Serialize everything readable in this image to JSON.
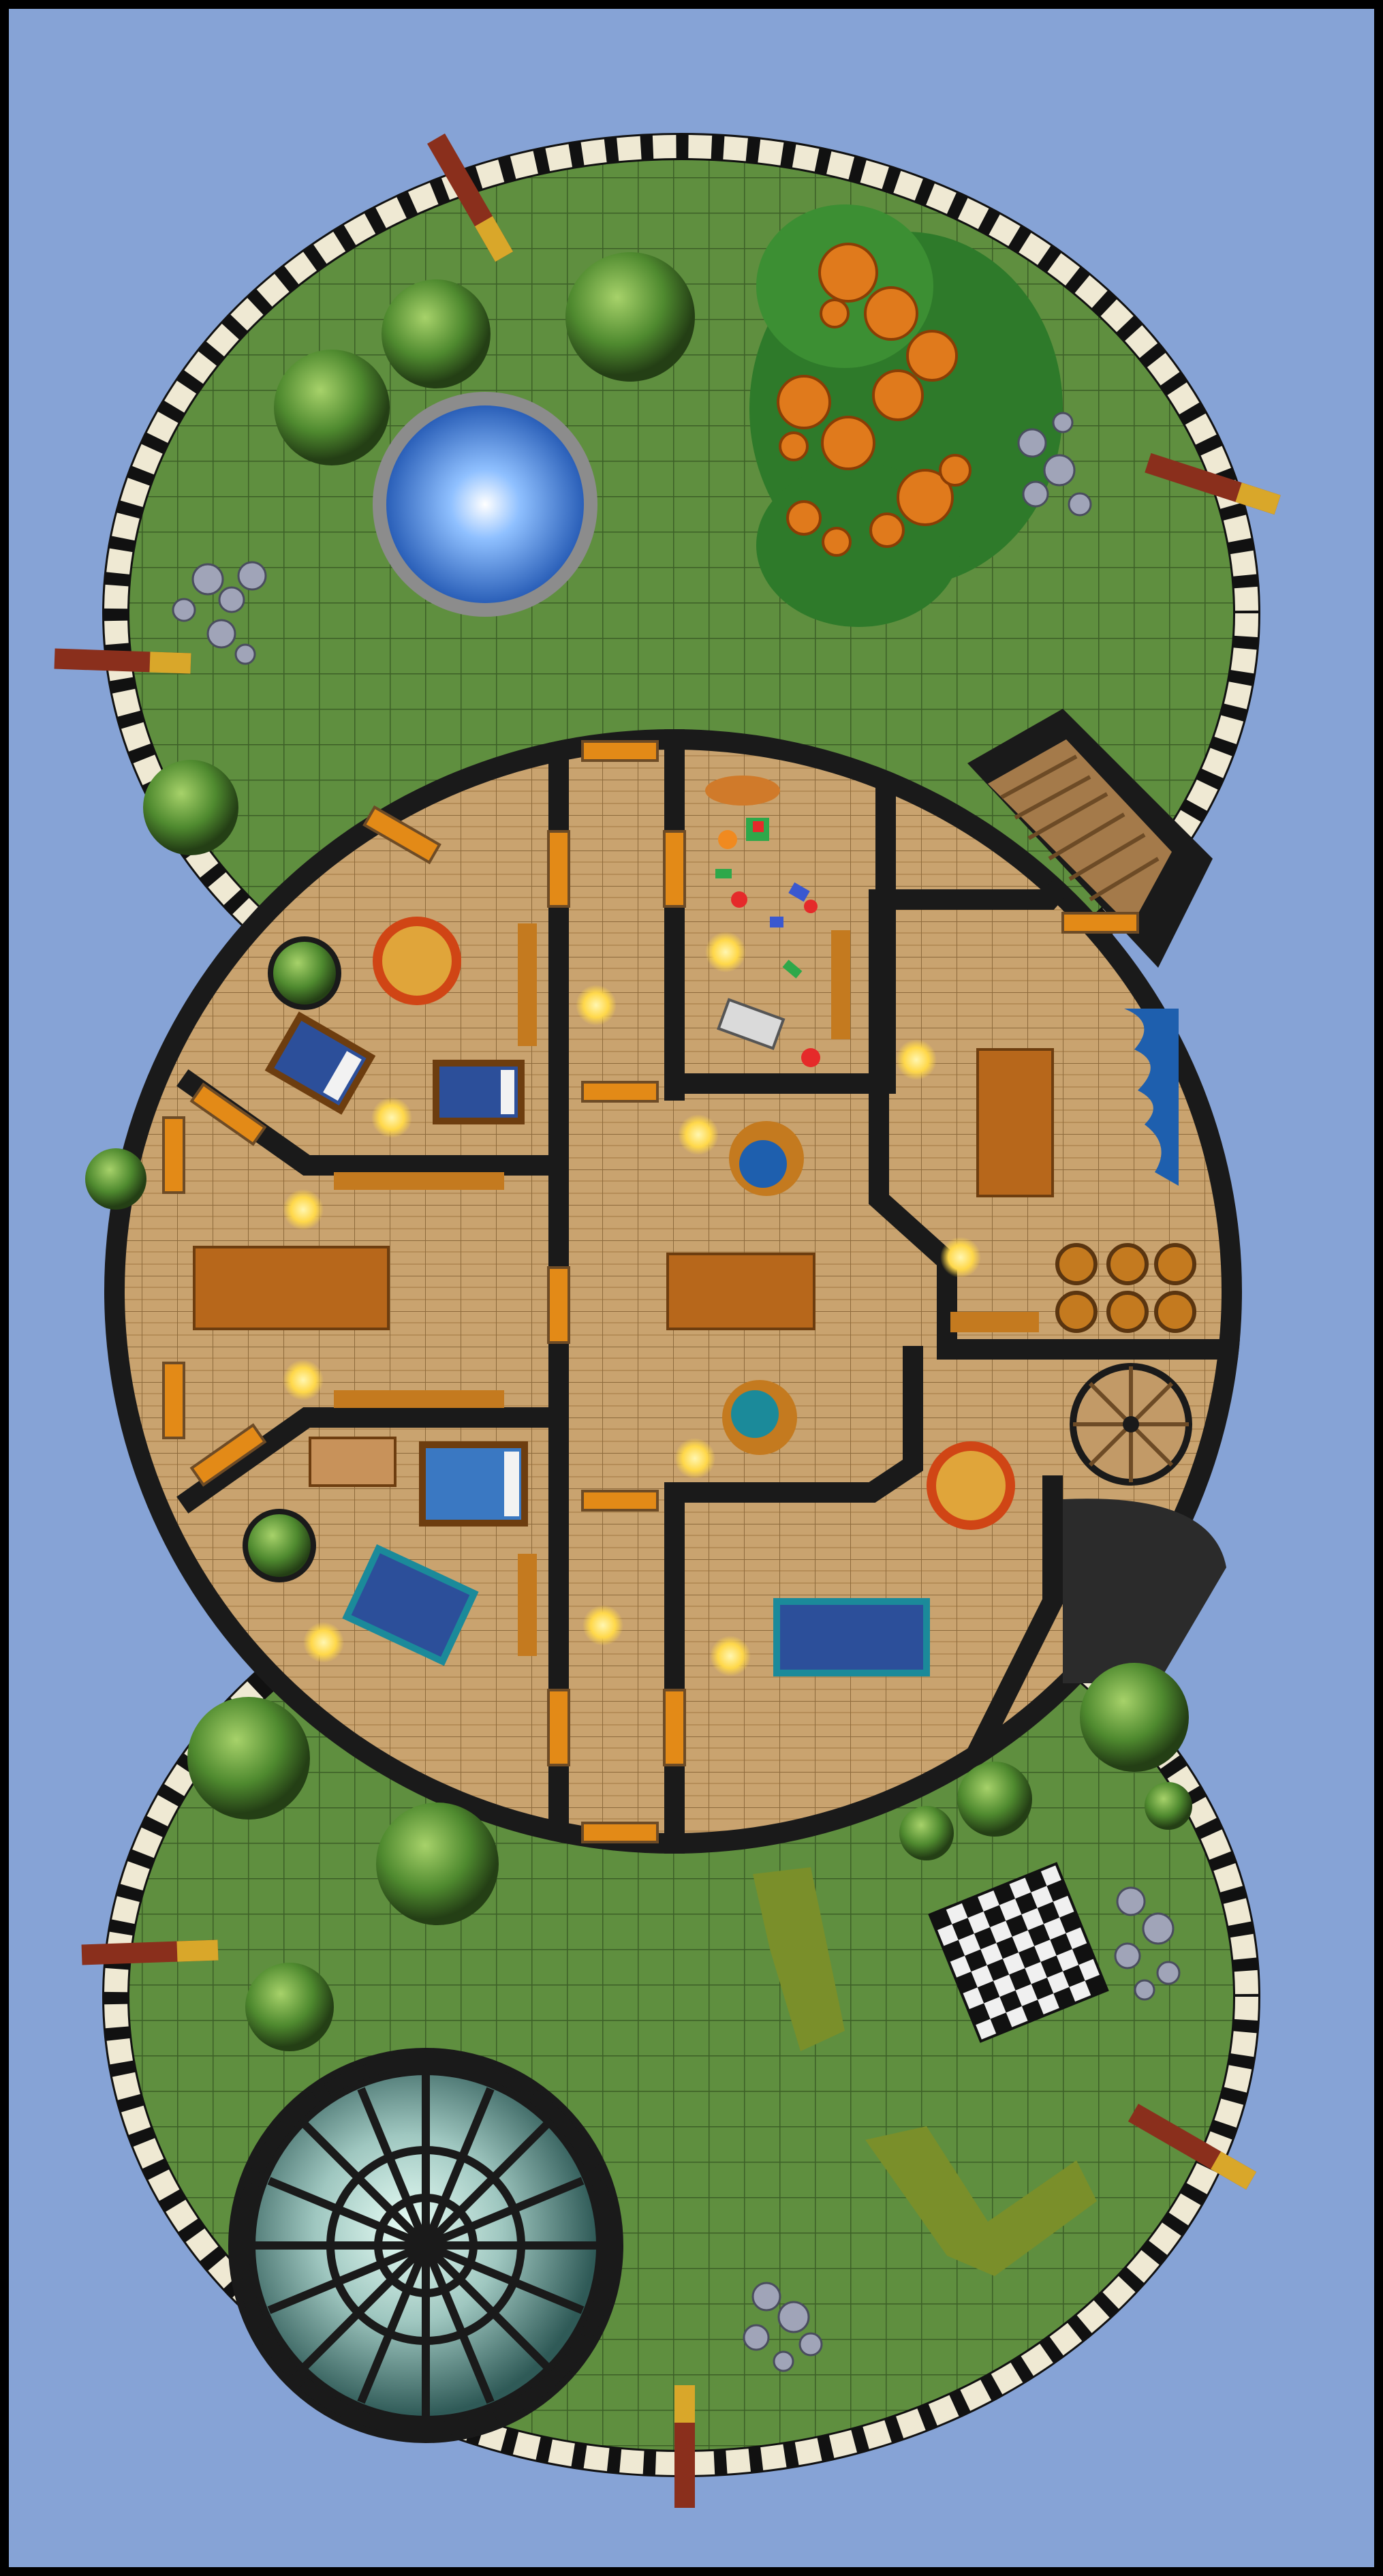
{
  "map": {
    "kind": "battle-map",
    "grid": "square",
    "colors": {
      "sky_background": "#86a3d6",
      "frame": "#000000",
      "lawn": "#5f8f3f",
      "lawn_grid": "#3c5f27",
      "wall": "#1a1a1a",
      "wood_floor": "#c9a36f",
      "fence_light": "#efe9d3",
      "fence_dark": "#111111",
      "water": "#4a86d8",
      "pumpkin": "#e07a1c",
      "rug_blue": "#2c4f9a",
      "rug_teal": "#1b8a9a",
      "lamp_glow": "#ffd84a",
      "dome_glass": "#9fc7c0"
    },
    "areas": [
      {
        "name": "north-garden",
        "features": [
          "fountain-pool",
          "pumpkin-patch",
          "shrubs",
          "rock-piles",
          "torches"
        ]
      },
      {
        "name": "house",
        "features": [
          "bedrooms",
          "hall",
          "kitchen",
          "nursery",
          "bath",
          "spiral-stair",
          "ramp-stair"
        ]
      },
      {
        "name": "south-garden",
        "features": [
          "glass-dome",
          "checkerboard",
          "hedges",
          "shrubs",
          "rock-piles",
          "torches"
        ]
      }
    ]
  }
}
